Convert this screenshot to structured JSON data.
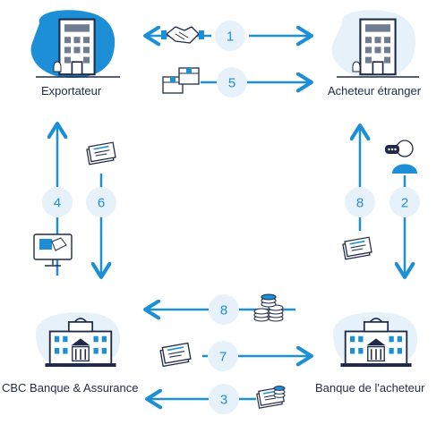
{
  "nodes": {
    "exporter": "Exportateur",
    "foreign_buyer": "Acheteur étranger",
    "cbc_bank": "CBC Banque & Assurance",
    "buyer_bank": "Banque de l'acheteur"
  },
  "steps": {
    "s1": "1",
    "s2": "2",
    "s3": "3",
    "s4": "4",
    "s5": "5",
    "s6": "6",
    "s7": "7",
    "s8_bottom": "8",
    "s8_right": "8"
  },
  "icons": {
    "exporter": "office-building-icon",
    "foreign_buyer": "office-building-icon",
    "cbc_bank": "bank-building-icon",
    "buyer_bank": "bank-building-icon",
    "s1": "handshake-icon",
    "s5": "shipping-boxes-icon",
    "s6": "documents-icon",
    "s4": "computer-monitor-icon",
    "s2": "customer-chat-icon",
    "s8_right": "documents-icon",
    "s8_bottom": "coin-stack-icon",
    "s7": "documents-icon",
    "s3": "payment-documents-icon"
  },
  "colors": {
    "accent": "#1d8fd6",
    "blob": "#1d8fd6",
    "circle": "#e6f1fa",
    "ink": "#1f2b46"
  }
}
